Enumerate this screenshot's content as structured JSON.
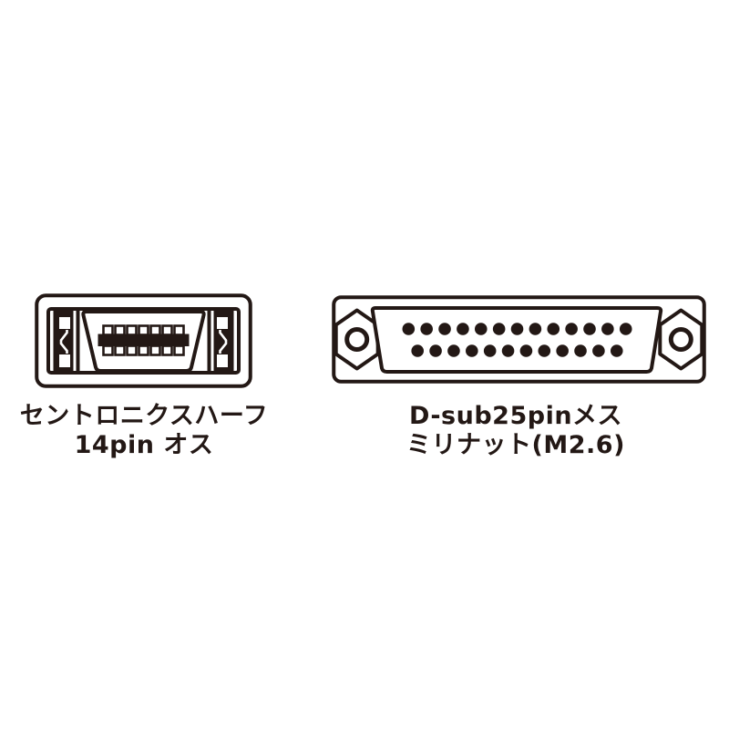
{
  "page": {
    "background": "#ffffff",
    "line_color": "#231815",
    "kind": "connector-spec-diagram"
  },
  "connectors": [
    {
      "id": "centronics-half-14pin-male",
      "icon": "centronics-half-connector-icon",
      "label_line1": "セントロニクスハーフ",
      "label_line2": "14pin オス",
      "pin_total": 14,
      "pin_rows": [
        7,
        7
      ],
      "pin_shape": "square"
    },
    {
      "id": "dsub-25pin-female",
      "icon": "dsub-25pin-connector-icon",
      "label_line1": "D-sub25pinメス",
      "label_line2": "ミリナット(M2.6)",
      "pin_total": 25,
      "pin_rows": [
        13,
        12
      ],
      "pin_shape": "circle"
    }
  ]
}
